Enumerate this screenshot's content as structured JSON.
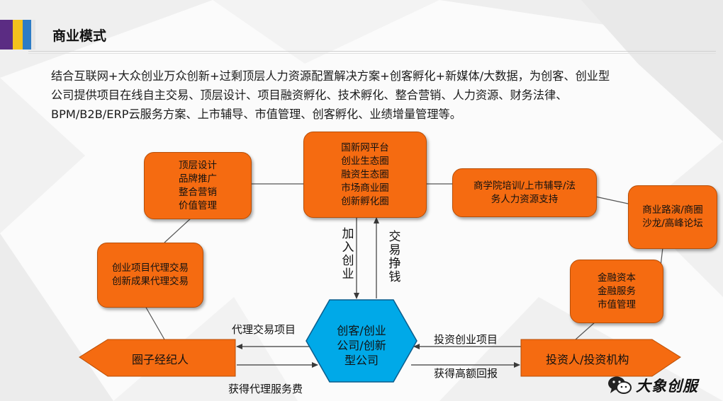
{
  "header": {
    "title": "商业模式"
  },
  "intro": {
    "lines": [
      "结合互联网+大众创业万众创新+过剩顶层人力资源配置解决方案+创客孵化+新媒体/大数据，为创客、创业型",
      "公司提供项目在线自主交易、顶层设计、项目融资孵化、技术孵化、整合营销、人力资源、财务法律、",
      "BPM/B2B/ERP云服务方案、上市辅导、市值管理、创客孵化、业绩增量管理等。"
    ]
  },
  "boxes": {
    "platform": [
      "国新网平台",
      "创业生态圈",
      "融资生态圈",
      "市场商业圈",
      "创新孵化圈"
    ],
    "design": [
      "顶层设计",
      "品牌推广",
      "整合营销",
      "价值管理"
    ],
    "school": [
      "商学院培训/上市辅导/法",
      "务人力资源支持"
    ],
    "roadshow": [
      "商业路演/商圈",
      "沙龙/高峰论坛"
    ],
    "agency": [
      "创业项目代理交易",
      "创新成果代理交易"
    ],
    "finance": [
      "金融资本",
      "金融服务",
      "市值管理"
    ]
  },
  "labels": {
    "join": [
      "加",
      "入",
      "创",
      "业"
    ],
    "trade": [
      "交",
      "易",
      "挣",
      "钱"
    ],
    "agent_trade": "代理交易项目",
    "agent_fee": "获得代理服务费",
    "invest_project": "投资创业项目",
    "high_return": "获得高额回报"
  },
  "center": [
    "创客/创业",
    "公司/创新",
    "型公司"
  ],
  "broker": "圈子经纪人",
  "investor": "投资人/投资机构",
  "logo": {
    "text": "大象创服",
    "icon": "wechat-icon"
  },
  "colors": {
    "orange": "#f56b11",
    "cyan": "#00a9e8",
    "purple": "#5b2c83",
    "yellow": "#f4c11c",
    "blue": "#2d7cc6"
  }
}
